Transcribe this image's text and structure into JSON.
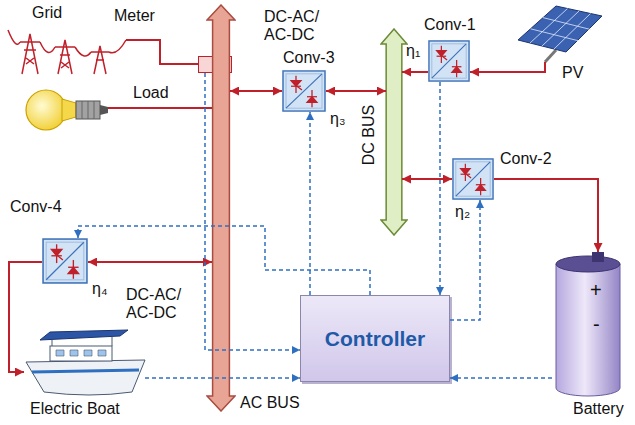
{
  "diagram": {
    "nodes": [
      {
        "text": [
          "Grid"
        ]
      },
      {
        "text": [
          "Meter"
        ]
      },
      {
        "text": [
          "Load"
        ]
      },
      {
        "text": [
          "DC-AC/ AC-DC",
          "Conv-3",
          "η₃"
        ]
      },
      {
        "text": [
          "DC BUS"
        ]
      },
      {
        "text": [
          "Conv-1",
          "η₁"
        ]
      },
      {
        "text": [
          "PV"
        ]
      },
      {
        "text": [
          "Conv-2",
          "η₂"
        ]
      },
      {
        "text": [
          "Conv-4",
          "η₄",
          "DC-AC/ AC-DC"
        ]
      },
      {
        "text": [
          "Controller"
        ]
      },
      {
        "text": [
          "+",
          "-",
          "Battery"
        ]
      },
      {
        "text": [
          "Electric Boat"
        ]
      },
      {
        "text": [
          "AC BUS"
        ]
      }
    ],
    "edges": [
      {
        "from": 0,
        "to": 1,
        "arrow": "none"
      },
      {
        "from": 2,
        "to": 12,
        "arrow": "none"
      },
      {
        "from": 12,
        "to": 3,
        "arrow": "both"
      },
      {
        "from": 3,
        "to": 4,
        "arrow": "both"
      },
      {
        "from": 6,
        "to": 5,
        "arrow": "to"
      },
      {
        "from": 5,
        "to": 4,
        "arrow": "to"
      },
      {
        "from": 4,
        "to": 7,
        "arrow": "both"
      },
      {
        "from": 7,
        "to": 10,
        "arrow": "to"
      },
      {
        "from": 12,
        "to": 8,
        "arrow": "both"
      },
      {
        "from": 8,
        "to": 11,
        "arrow": "to"
      },
      {
        "from": 1,
        "to": 9,
        "arrow": "to"
      },
      {
        "from": 9,
        "to": 3,
        "arrow": "to"
      },
      {
        "from": 9,
        "to": 8,
        "arrow": "to"
      },
      {
        "from": 5,
        "to": 9,
        "arrow": "to"
      },
      {
        "from": 9,
        "to": 7,
        "arrow": "to"
      },
      {
        "from": 10,
        "to": 9,
        "arrow": "to"
      },
      {
        "from": 11,
        "to": 9,
        "arrow": "to"
      }
    ]
  }
}
